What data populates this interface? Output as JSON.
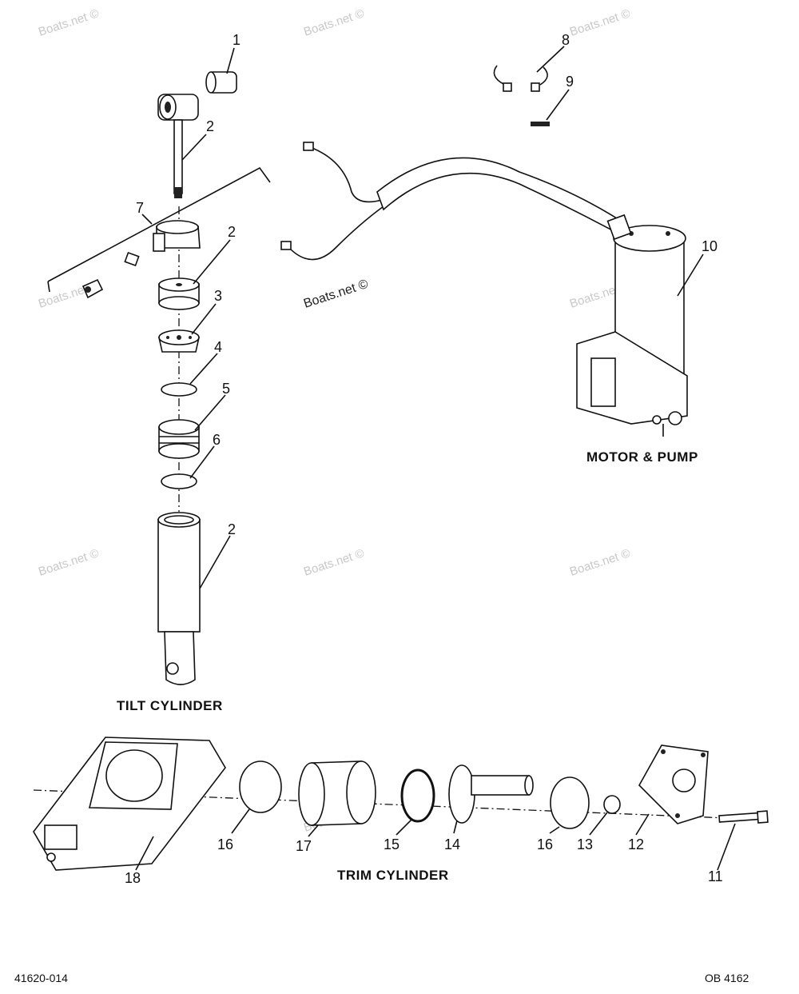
{
  "sections": {
    "tilt": "TILT CYLINDER",
    "motor": "MOTOR & PUMP",
    "trim": "TRIM CYLINDER"
  },
  "callouts": {
    "c1": "1",
    "c2a": "2",
    "c7": "7",
    "c2b": "2",
    "c3": "3",
    "c4": "4",
    "c5": "5",
    "c6": "6",
    "c2c": "2",
    "c8": "8",
    "c9": "9",
    "c10": "10",
    "c16a": "16",
    "c17": "17",
    "c15": "15",
    "c14": "14",
    "c16b": "16",
    "c13": "13",
    "c12": "12",
    "c11": "11",
    "c18": "18"
  },
  "watermarks": {
    "primary": "Boats.net ©",
    "repeat": "Boats.net ©"
  },
  "footer": {
    "left": "41620-014",
    "right": "OB 4162"
  }
}
